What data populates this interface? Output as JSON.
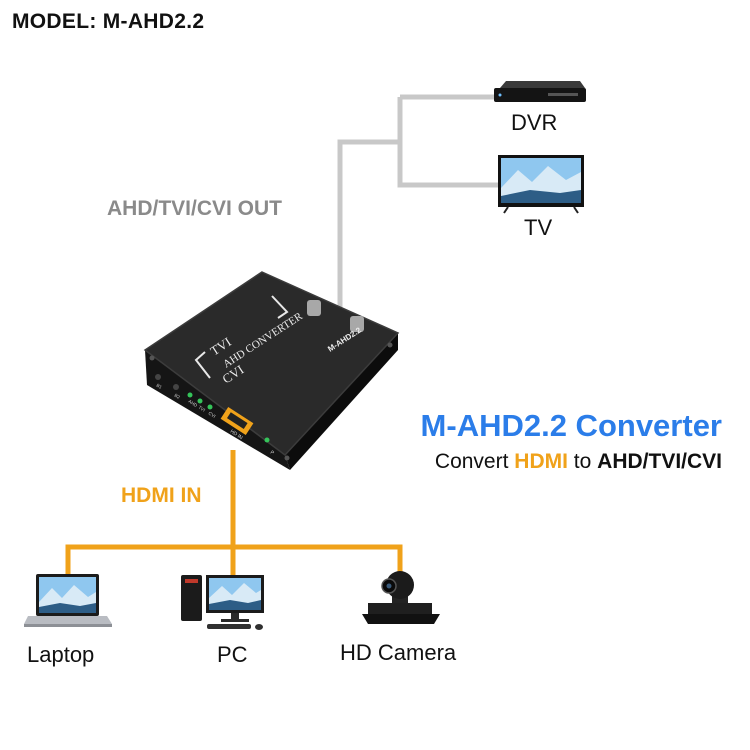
{
  "model_label": "MODEL: M-AHD2.2",
  "output_section": {
    "label": "AHD/TVI/CVI OUT",
    "devices": [
      {
        "name": "DVR",
        "icon": "dvr-icon"
      },
      {
        "name": "TV",
        "icon": "tv-icon"
      }
    ]
  },
  "converter": {
    "device_text": {
      "brand_line1": "TVI",
      "brand_line2": "AHD CONVERTER",
      "brand_line3": "CVI",
      "model": "M-AHD2.2",
      "port_label": "HD IN",
      "led_labels": [
        "AHD",
        "TVI",
        "CVI"
      ],
      "button_labels": [
        "B1",
        "B2"
      ],
      "power_label": "P"
    },
    "title": "M-AHD2.2 Converter",
    "subtitle": {
      "prefix": "Convert",
      "highlight": "HDMI",
      "middle": "to",
      "formats": "AHD/TVI/CVI"
    }
  },
  "input_section": {
    "label": "HDMI IN",
    "devices": [
      {
        "name": "Laptop",
        "icon": "laptop-icon"
      },
      {
        "name": "PC",
        "icon": "pc-icon"
      },
      {
        "name": "HD Camera",
        "icon": "camera-icon"
      }
    ]
  },
  "colors": {
    "output_line": "#c8c8c8",
    "input_line": "#f0a21a",
    "title_blue": "#2b7de9",
    "highlight_orange": "#f0a21a",
    "device_body": "#1c1c1c"
  }
}
